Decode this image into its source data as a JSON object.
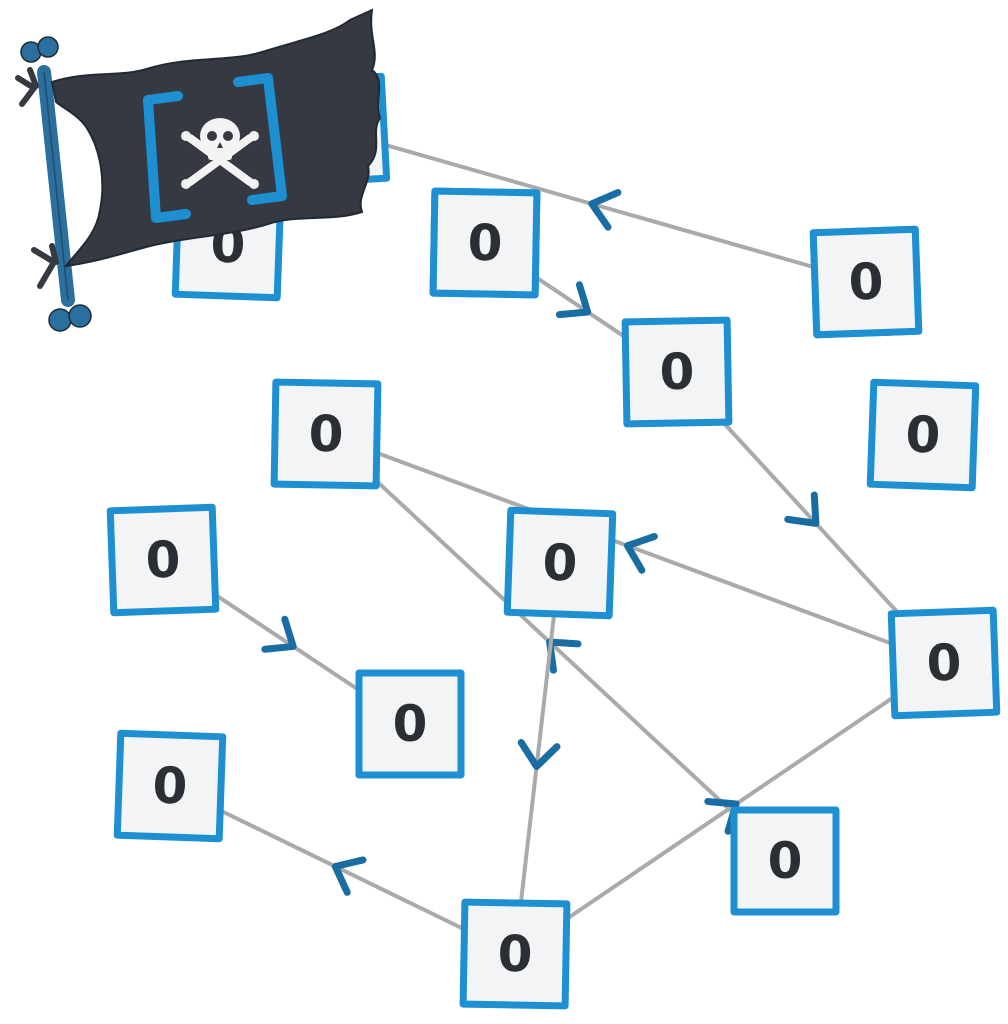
{
  "diagram": {
    "node_label": "0",
    "colors": {
      "node_border": "#1e90d2",
      "node_fill": "#f3f4f5",
      "node_text": "#2b2f35",
      "edge_line": "#aaaaaa",
      "arrowhead": "#1a6da3",
      "flag_cloth": "#343942",
      "flag_pole": "#2a6f9e",
      "flag_bracket": "#1e90d2"
    },
    "nodes": [
      {
        "id": "n1",
        "label": "0"
      },
      {
        "id": "n2",
        "label": "0"
      },
      {
        "id": "n3",
        "label": "0"
      },
      {
        "id": "n4",
        "label": "0"
      },
      {
        "id": "n5",
        "label": "0"
      },
      {
        "id": "n6",
        "label": "0"
      },
      {
        "id": "n7",
        "label": "0"
      },
      {
        "id": "n8",
        "label": "0"
      },
      {
        "id": "n9",
        "label": "0"
      },
      {
        "id": "n10",
        "label": "0"
      },
      {
        "id": "n11",
        "label": "0"
      },
      {
        "id": "n12",
        "label": "0"
      },
      {
        "id": "n13",
        "label": "0"
      },
      {
        "id": "n14",
        "label": "0"
      },
      {
        "id": "n15",
        "label": "0"
      },
      {
        "id": "n16",
        "label": "0"
      }
    ],
    "edges": [
      {
        "from": "n6",
        "to": "n1"
      },
      {
        "from": "n5",
        "to": "n7"
      },
      {
        "from": "n7",
        "to": "n12"
      },
      {
        "from": "n12",
        "to": "n8"
      },
      {
        "from": "n14",
        "to": "n8"
      },
      {
        "from": "n10",
        "to": "n15"
      },
      {
        "from": "n15",
        "to": "n13"
      },
      {
        "from": "n15",
        "to": "n12"
      },
      {
        "from": "n9",
        "to": "n11"
      }
    ],
    "flag": {
      "icon": "skull-crossbones-icon"
    }
  }
}
